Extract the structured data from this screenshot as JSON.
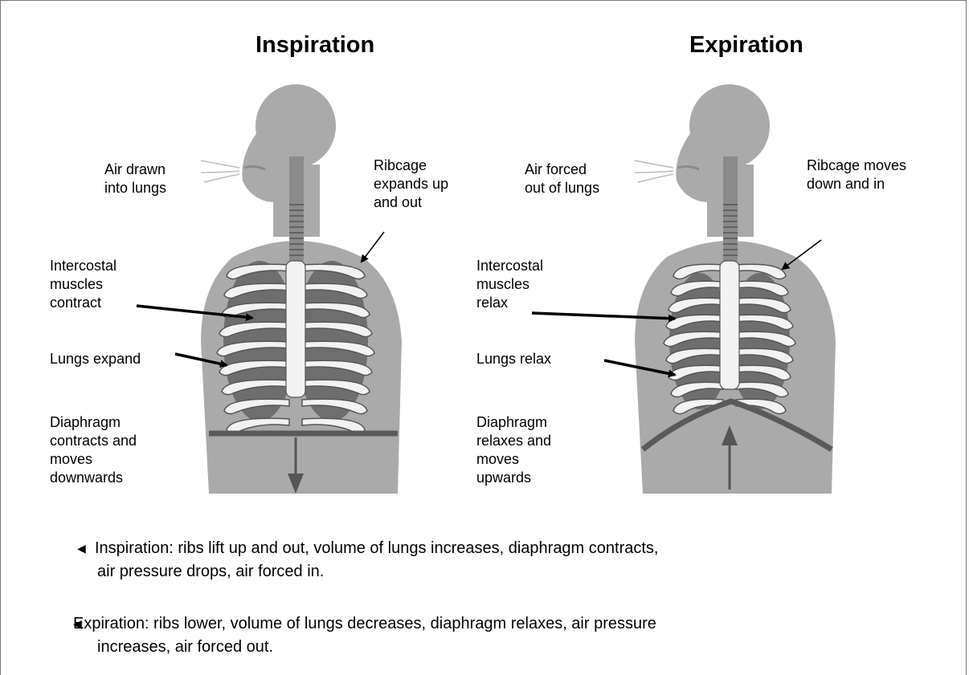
{
  "inspiration": {
    "title": "Inspiration",
    "labels": {
      "air": [
        "Air drawn",
        "into lungs"
      ],
      "ribcage": [
        "Ribcage",
        "expands up",
        "and out"
      ],
      "intercostal": [
        "Intercostal",
        "muscles",
        "contract"
      ],
      "lungs": "Lungs expand",
      "diaphragm": [
        "Diaphragm",
        "contracts and",
        "moves",
        "downwards"
      ]
    }
  },
  "expiration": {
    "title": "Expiration",
    "labels": {
      "air": [
        "Air forced",
        "out of lungs"
      ],
      "ribcage": [
        "Ribcage moves",
        "down and in"
      ],
      "intercostal": [
        "Intercostal",
        "muscles",
        "relax"
      ],
      "lungs": "Lungs relax",
      "diaphragm": [
        "Diaphragm",
        "relaxes and",
        "moves",
        "upwards"
      ]
    }
  },
  "notes": [
    {
      "bullet": "◀",
      "lines": [
        "Inspiration:  ribs lift up and out, volume of lungs increases, diaphragm contracts,",
        "air pressure drops, air forced in."
      ]
    },
    {
      "bullet": "◀",
      "lines": [
        "Expiration: ribs lower, volume of lungs decreases, diaphragm relaxes, air pressure",
        "increases, air forced out."
      ]
    }
  ],
  "colors": {
    "body": "#aaaaaa",
    "body_dark": "#8a8a8a",
    "rib": "#f2f2f2",
    "rib_outline": "#555555",
    "lung": "#6e6e6e",
    "diaphragm": "#5a5a5a"
  }
}
